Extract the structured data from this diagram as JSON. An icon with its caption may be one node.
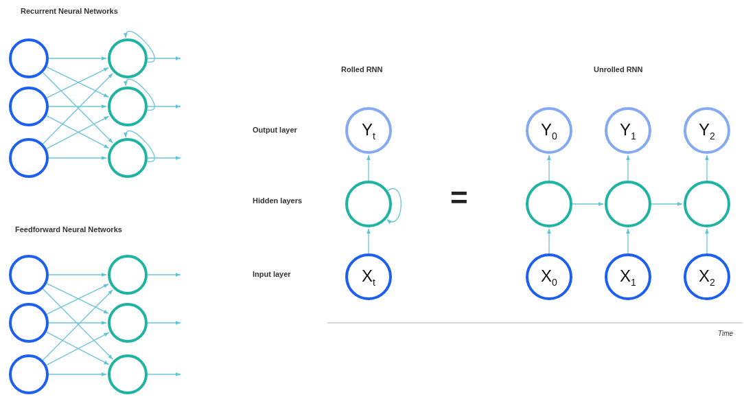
{
  "diagram": {
    "nodes": [
      {
        "text": [],
        "shape": "circle"
      },
      {
        "text": [],
        "shape": "circle"
      },
      {
        "text": [],
        "shape": "circle"
      },
      {
        "text": [],
        "shape": "circle"
      },
      {
        "text": [],
        "shape": "circle"
      },
      {
        "text": [],
        "shape": "circle"
      },
      {
        "text": [],
        "shape": "circle"
      },
      {
        "text": [],
        "shape": "circle"
      },
      {
        "text": [],
        "shape": "circle"
      },
      {
        "text": [],
        "shape": "circle"
      },
      {
        "text": [],
        "shape": "circle"
      },
      {
        "text": [],
        "shape": "circle"
      },
      {
        "text": [
          "Y$_{t}$"
        ]
      },
      {
        "text": [],
        "shape": "circle"
      },
      {
        "text": [
          "X$_{t}$"
        ]
      },
      {
        "text": [
          "Y$_{0}$"
        ]
      },
      {
        "text": [
          "Y$_{1}$"
        ]
      },
      {
        "text": [
          "Y$_{2}$"
        ]
      },
      {
        "text": [],
        "shape": "circle"
      },
      {
        "text": [],
        "shape": "circle"
      },
      {
        "text": [],
        "shape": "circle"
      },
      {
        "text": [
          "X$_{0}$"
        ]
      },
      {
        "text": [
          "X$_{1}$"
        ]
      },
      {
        "text": [
          "X$_{2}$"
        ]
      }
    ],
    "edges": [
      {
        "from": 0,
        "to": 3,
        "arrow": "to"
      },
      {
        "from": 0,
        "to": 4,
        "arrow": "to"
      },
      {
        "from": 0,
        "to": 5,
        "arrow": "to"
      },
      {
        "from": 1,
        "to": 3,
        "arrow": "to"
      },
      {
        "from": 1,
        "to": 4,
        "arrow": "to"
      },
      {
        "from": 1,
        "to": 5,
        "arrow": "to"
      },
      {
        "from": 2,
        "to": 3,
        "arrow": "to"
      },
      {
        "from": 2,
        "to": 4,
        "arrow": "to"
      },
      {
        "from": 2,
        "to": 5,
        "arrow": "to"
      },
      {
        "from": 3,
        "to": 3,
        "arrow": "to"
      },
      {
        "from": 4,
        "to": 4,
        "arrow": "to"
      },
      {
        "from": 5,
        "to": 5,
        "arrow": "to"
      },
      {
        "from": 3,
        "to": null,
        "arrow": "to"
      },
      {
        "from": 4,
        "to": null,
        "arrow": "to"
      },
      {
        "from": 5,
        "to": null,
        "arrow": "to"
      },
      {
        "from": 6,
        "to": 9,
        "arrow": "to"
      },
      {
        "from": 6,
        "to": 10,
        "arrow": "to"
      },
      {
        "from": 6,
        "to": 11,
        "arrow": "to"
      },
      {
        "from": 7,
        "to": 9,
        "arrow": "to"
      },
      {
        "from": 7,
        "to": 10,
        "arrow": "to"
      },
      {
        "from": 7,
        "to": 11,
        "arrow": "to"
      },
      {
        "from": 8,
        "to": 9,
        "arrow": "to"
      },
      {
        "from": 8,
        "to": 10,
        "arrow": "to"
      },
      {
        "from": 8,
        "to": 11,
        "arrow": "to"
      },
      {
        "from": 9,
        "to": null,
        "arrow": "to"
      },
      {
        "from": 10,
        "to": null,
        "arrow": "to"
      },
      {
        "from": 11,
        "to": null,
        "arrow": "to"
      },
      {
        "from": 14,
        "to": 13,
        "arrow": "to"
      },
      {
        "from": 13,
        "to": 12,
        "arrow": "to"
      },
      {
        "from": 13,
        "to": 13,
        "arrow": "to"
      },
      {
        "from": 21,
        "to": 18,
        "arrow": "to"
      },
      {
        "from": 22,
        "to": 19,
        "arrow": "to"
      },
      {
        "from": 23,
        "to": 20,
        "arrow": "to"
      },
      {
        "from": 18,
        "to": 15,
        "arrow": "to"
      },
      {
        "from": 19,
        "to": 16,
        "arrow": "to"
      },
      {
        "from": 20,
        "to": 17,
        "arrow": "to"
      },
      {
        "from": 18,
        "to": 19,
        "arrow": "to"
      },
      {
        "from": 19,
        "to": 20,
        "arrow": "to"
      }
    ],
    "labels": [
      "Recurrent Neural Networks",
      "Rolled RNN",
      "Unrolled RNN",
      "Output layer",
      "Hidden layers",
      "=",
      "Feedforward Neural Networks",
      "Input layer",
      "Time"
    ]
  }
}
